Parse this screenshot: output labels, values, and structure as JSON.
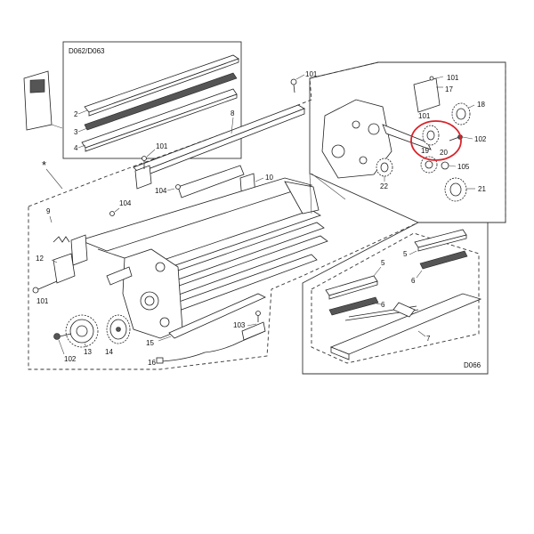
{
  "diagram": {
    "panels": {
      "top_left": {
        "title": "D062/D063"
      },
      "bottom_right": {
        "title": "D066"
      }
    },
    "asterisk": "*",
    "labels": {
      "l1": "1",
      "l2": "2",
      "l3": "3",
      "l4": "4",
      "l5a": "5",
      "l5b": "5",
      "l6a": "6",
      "l6b": "6",
      "l7": "7",
      "l8": "8",
      "l9": "9",
      "l10": "10",
      "l12": "12",
      "l13": "13",
      "l14": "14",
      "l15": "15",
      "l16": "16",
      "l17": "17",
      "l18": "18",
      "l19": "19",
      "l20": "20",
      "l21": "21",
      "l22": "22",
      "l101a": "101",
      "l101b": "101",
      "l101c": "101",
      "l101d": "101",
      "l101e": "101",
      "l102a": "102",
      "l102b": "102",
      "l103": "103",
      "l104a": "104",
      "l104b": "104",
      "l105": "105"
    },
    "highlight_color": "#d9232b"
  }
}
